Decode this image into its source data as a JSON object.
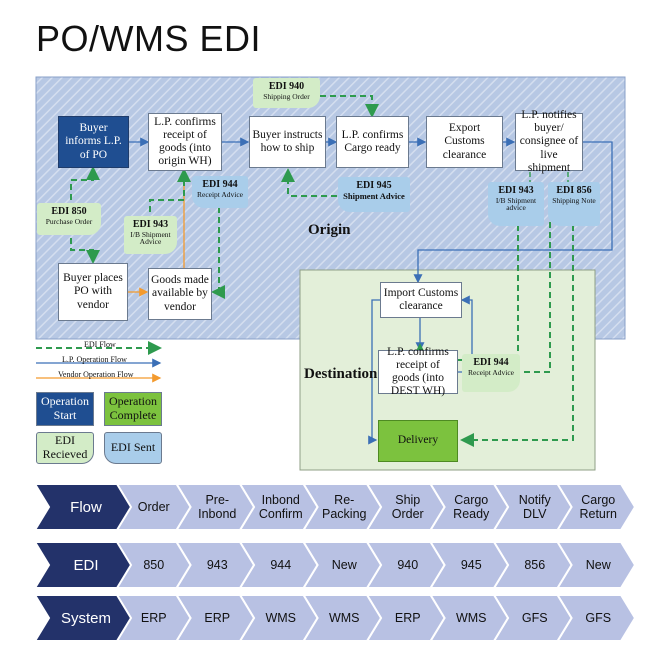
{
  "title": "PO/WMS EDI",
  "regions": {
    "origin": "Origin",
    "destination": "Destination"
  },
  "process_boxes": {
    "buyer_informs": "Buyer informs L.P. of PO",
    "lp_confirms_receipt_origin": "L.P. confirms receipt of goods (into origin WH)",
    "buyer_instructs": "Buyer instructs how to ship",
    "lp_confirms_cargo": "L.P. confirms Cargo ready",
    "export_customs": "Export Customs clearance",
    "lp_notifies": "L.P. notifies buyer/ consignee of live shipment",
    "buyer_places_po": "Buyer places PO with vendor",
    "goods_available": "Goods made available by vendor",
    "import_customs": "Import Customs clearance",
    "lp_confirms_receipt_dest": "L.P. confirms receipt of goods (into DEST WH)",
    "delivery": "Delivery"
  },
  "edi_docs": {
    "edi_940": {
      "code": "EDI 940",
      "name": "Shipping Order"
    },
    "edi_944_origin": {
      "code": "EDI 944",
      "name": "Receipt Advice"
    },
    "edi_945": {
      "code": "EDI 945",
      "name": "Shipment Advice"
    },
    "edi_850": {
      "code": "EDI 850",
      "name": "Purchase Order"
    },
    "edi_943_origin": {
      "code": "EDI 943",
      "name": "I/B Shipment Advice"
    },
    "edi_943_dest": {
      "code": "EDI 943",
      "name": "I/B Shipment advice"
    },
    "edi_856": {
      "code": "EDI 856",
      "name": "Shipping Note"
    },
    "edi_944_dest": {
      "code": "EDI 944",
      "name": "Receipt Advice"
    }
  },
  "legend": {
    "edi_flow": "EDI Flow",
    "lp_flow": "L.P. Operation Flow",
    "vendor_flow": "Vendor Operation Flow",
    "op_start": "Operation Start",
    "op_complete": "Operation Complete",
    "edi_received": "EDI Recieved",
    "edi_sent": "EDI Sent"
  },
  "colors": {
    "origin_bg": "#b7c8e4",
    "dest_bg": "#e3efd9",
    "edi_flow": "#2e9a4e",
    "lp_flow": "#3b6fb6",
    "vendor_flow": "#f39a2e",
    "chevron_dark": "#23326a",
    "chevron_light": "#b8c1e3"
  },
  "table": {
    "flow": {
      "label": "Flow",
      "cells": [
        "Order",
        "Pre-Inbond",
        "Inbond Confirm",
        "Re-Packing",
        "Ship Order",
        "Cargo Ready",
        "Notify DLV",
        "Cargo Return"
      ]
    },
    "edi": {
      "label": "EDI",
      "cells": [
        "850",
        "943",
        "944",
        "New",
        "940",
        "945",
        "856",
        "New"
      ]
    },
    "system": {
      "label": "System",
      "cells": [
        "ERP",
        "ERP",
        "WMS",
        "WMS",
        "ERP",
        "WMS",
        "GFS",
        "GFS"
      ]
    }
  }
}
